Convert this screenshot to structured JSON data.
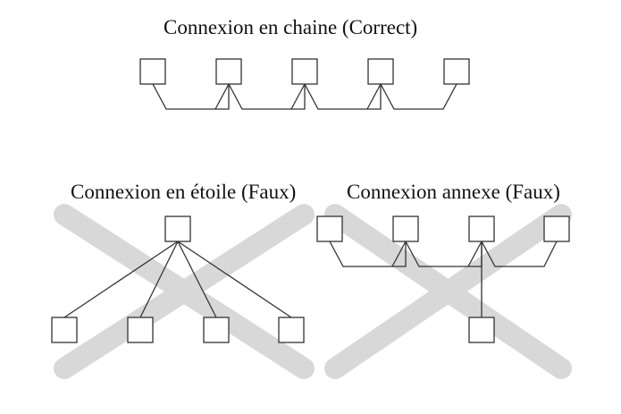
{
  "titles": {
    "chain": "Connexion en chaine (Correct)",
    "star": "Connexion en étoile (Faux)",
    "annex": "Connexion annexe (Faux)"
  },
  "diagrams": {
    "chain": {
      "verdict": "correct",
      "device_count": 5
    },
    "star": {
      "verdict": "wrong",
      "crossed_out": true,
      "device_count": 5
    },
    "annex": {
      "verdict": "wrong",
      "crossed_out": true,
      "device_count": 5
    }
  },
  "colors": {
    "line": "#333333",
    "box_stroke": "#333333",
    "box_fill": "#ffffff",
    "cross": "#d8d8d8",
    "text": "#111111"
  }
}
